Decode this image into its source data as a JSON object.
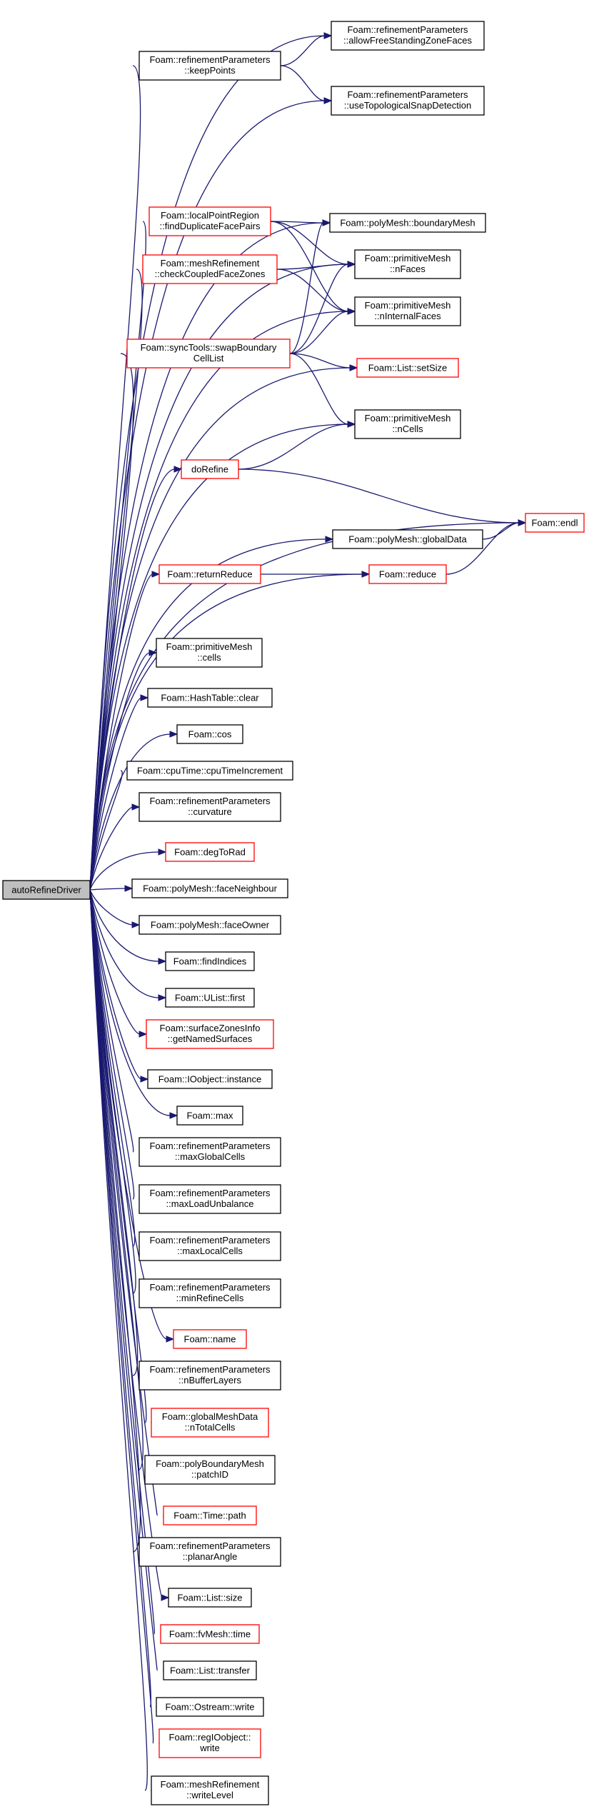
{
  "graph": {
    "root": "autoRefineDriver",
    "colors": {
      "edge": "#191970",
      "black_border": "#000000",
      "red_border": "#ff0000",
      "root_fill": "#bfbfbf"
    },
    "nodes": [
      {
        "id": "root",
        "lines": [
          "autoRefineDriver"
        ],
        "border": "black",
        "fill": "grey"
      },
      {
        "id": "allowFS",
        "lines": [
          "Foam::refinementParameters",
          "::allowFreeStandingZoneFaces"
        ],
        "border": "black"
      },
      {
        "id": "keepPoints",
        "lines": [
          "Foam::refinementParameters",
          "::keepPoints"
        ],
        "border": "black"
      },
      {
        "id": "useTopo",
        "lines": [
          "Foam::refinementParameters",
          "::useTopologicalSnapDetection"
        ],
        "border": "black"
      },
      {
        "id": "findDup",
        "lines": [
          "Foam::localPointRegion",
          "::findDuplicateFacePairs"
        ],
        "border": "red"
      },
      {
        "id": "boundaryMesh",
        "lines": [
          "Foam::polyMesh::boundaryMesh"
        ],
        "border": "black"
      },
      {
        "id": "checkCoupled",
        "lines": [
          "Foam::meshRefinement",
          "::checkCoupledFaceZones"
        ],
        "border": "red"
      },
      {
        "id": "nFaces",
        "lines": [
          "Foam::primitiveMesh",
          "::nFaces"
        ],
        "border": "black"
      },
      {
        "id": "nInternal",
        "lines": [
          "Foam::primitiveMesh",
          "::nInternalFaces"
        ],
        "border": "black"
      },
      {
        "id": "swap",
        "lines": [
          "Foam::syncTools::swapBoundary",
          "CellList"
        ],
        "border": "red"
      },
      {
        "id": "setSize",
        "lines": [
          "Foam::List::setSize"
        ],
        "border": "red"
      },
      {
        "id": "nCells",
        "lines": [
          "Foam::primitiveMesh",
          "::nCells"
        ],
        "border": "black"
      },
      {
        "id": "doRefine",
        "lines": [
          "doRefine"
        ],
        "border": "red"
      },
      {
        "id": "endl",
        "lines": [
          "Foam::endl"
        ],
        "border": "red"
      },
      {
        "id": "globalData",
        "lines": [
          "Foam::polyMesh::globalData"
        ],
        "border": "black"
      },
      {
        "id": "returnReduce",
        "lines": [
          "Foam::returnReduce"
        ],
        "border": "red"
      },
      {
        "id": "reduce",
        "lines": [
          "Foam::reduce"
        ],
        "border": "red"
      },
      {
        "id": "cells",
        "lines": [
          "Foam::primitiveMesh",
          "::cells"
        ],
        "border": "black"
      },
      {
        "id": "clear",
        "lines": [
          "Foam::HashTable::clear"
        ],
        "border": "black"
      },
      {
        "id": "cos",
        "lines": [
          "Foam::cos"
        ],
        "border": "black"
      },
      {
        "id": "cpuTime",
        "lines": [
          "Foam::cpuTime::cpuTimeIncrement"
        ],
        "border": "black"
      },
      {
        "id": "curvature",
        "lines": [
          "Foam::refinementParameters",
          "::curvature"
        ],
        "border": "black"
      },
      {
        "id": "degToRad",
        "lines": [
          "Foam::degToRad"
        ],
        "border": "red"
      },
      {
        "id": "faceNeighbour",
        "lines": [
          "Foam::polyMesh::faceNeighbour"
        ],
        "border": "black"
      },
      {
        "id": "faceOwner",
        "lines": [
          "Foam::polyMesh::faceOwner"
        ],
        "border": "black"
      },
      {
        "id": "findIndices",
        "lines": [
          "Foam::findIndices"
        ],
        "border": "black"
      },
      {
        "id": "first",
        "lines": [
          "Foam::UList::first"
        ],
        "border": "black"
      },
      {
        "id": "getNamed",
        "lines": [
          "Foam::surfaceZonesInfo",
          "::getNamedSurfaces"
        ],
        "border": "red"
      },
      {
        "id": "instance",
        "lines": [
          "Foam::IOobject::instance"
        ],
        "border": "black"
      },
      {
        "id": "max",
        "lines": [
          "Foam::max"
        ],
        "border": "black"
      },
      {
        "id": "maxGlobal",
        "lines": [
          "Foam::refinementParameters",
          "::maxGlobalCells"
        ],
        "border": "black"
      },
      {
        "id": "maxLoad",
        "lines": [
          "Foam::refinementParameters",
          "::maxLoadUnbalance"
        ],
        "border": "black"
      },
      {
        "id": "maxLocal",
        "lines": [
          "Foam::refinementParameters",
          "::maxLocalCells"
        ],
        "border": "black"
      },
      {
        "id": "minRefine",
        "lines": [
          "Foam::refinementParameters",
          "::minRefineCells"
        ],
        "border": "black"
      },
      {
        "id": "name",
        "lines": [
          "Foam::name"
        ],
        "border": "red"
      },
      {
        "id": "nBuffer",
        "lines": [
          "Foam::refinementParameters",
          "::nBufferLayers"
        ],
        "border": "black"
      },
      {
        "id": "nTotal",
        "lines": [
          "Foam::globalMeshData",
          "::nTotalCells"
        ],
        "border": "red"
      },
      {
        "id": "patchID",
        "lines": [
          "Foam::polyBoundaryMesh",
          "::patchID"
        ],
        "border": "black"
      },
      {
        "id": "path",
        "lines": [
          "Foam::Time::path"
        ],
        "border": "red"
      },
      {
        "id": "planar",
        "lines": [
          "Foam::refinementParameters",
          "::planarAngle"
        ],
        "border": "black"
      },
      {
        "id": "size",
        "lines": [
          "Foam::List::size"
        ],
        "border": "black"
      },
      {
        "id": "time",
        "lines": [
          "Foam::fvMesh::time"
        ],
        "border": "red"
      },
      {
        "id": "transfer",
        "lines": [
          "Foam::List::transfer"
        ],
        "border": "black"
      },
      {
        "id": "ostreamWrite",
        "lines": [
          "Foam::Ostream::write"
        ],
        "border": "black"
      },
      {
        "id": "regWrite",
        "lines": [
          "Foam::regIOobject::",
          "write"
        ],
        "border": "red"
      },
      {
        "id": "writeLevel",
        "lines": [
          "Foam::meshRefinement",
          "::writeLevel"
        ],
        "border": "black"
      }
    ],
    "edges": [
      [
        "root",
        "allowFS"
      ],
      [
        "root",
        "keepPoints"
      ],
      [
        "root",
        "useTopo"
      ],
      [
        "root",
        "findDup"
      ],
      [
        "root",
        "boundaryMesh"
      ],
      [
        "root",
        "checkCoupled"
      ],
      [
        "root",
        "nFaces"
      ],
      [
        "root",
        "nInternal"
      ],
      [
        "root",
        "swap"
      ],
      [
        "root",
        "setSize"
      ],
      [
        "root",
        "nCells"
      ],
      [
        "root",
        "doRefine"
      ],
      [
        "root",
        "endl"
      ],
      [
        "root",
        "globalData"
      ],
      [
        "root",
        "returnReduce"
      ],
      [
        "root",
        "reduce"
      ],
      [
        "root",
        "cells"
      ],
      [
        "root",
        "clear"
      ],
      [
        "root",
        "cos"
      ],
      [
        "root",
        "cpuTime"
      ],
      [
        "root",
        "curvature"
      ],
      [
        "root",
        "degToRad"
      ],
      [
        "root",
        "faceNeighbour"
      ],
      [
        "root",
        "faceOwner"
      ],
      [
        "root",
        "findIndices"
      ],
      [
        "root",
        "first"
      ],
      [
        "root",
        "getNamed"
      ],
      [
        "root",
        "instance"
      ],
      [
        "root",
        "max"
      ],
      [
        "root",
        "maxGlobal"
      ],
      [
        "root",
        "maxLoad"
      ],
      [
        "root",
        "maxLocal"
      ],
      [
        "root",
        "minRefine"
      ],
      [
        "root",
        "name"
      ],
      [
        "root",
        "nBuffer"
      ],
      [
        "root",
        "nTotal"
      ],
      [
        "root",
        "patchID"
      ],
      [
        "root",
        "path"
      ],
      [
        "root",
        "planar"
      ],
      [
        "root",
        "size"
      ],
      [
        "root",
        "time"
      ],
      [
        "root",
        "transfer"
      ],
      [
        "root",
        "ostreamWrite"
      ],
      [
        "root",
        "regWrite"
      ],
      [
        "root",
        "writeLevel"
      ],
      [
        "keepPoints",
        "allowFS"
      ],
      [
        "keepPoints",
        "useTopo"
      ],
      [
        "findDup",
        "boundaryMesh"
      ],
      [
        "findDup",
        "nFaces"
      ],
      [
        "findDup",
        "nInternal"
      ],
      [
        "checkCoupled",
        "nFaces"
      ],
      [
        "checkCoupled",
        "nInternal"
      ],
      [
        "swap",
        "boundaryMesh"
      ],
      [
        "swap",
        "nFaces"
      ],
      [
        "swap",
        "nInternal"
      ],
      [
        "swap",
        "setSize"
      ],
      [
        "swap",
        "nCells"
      ],
      [
        "doRefine",
        "nCells"
      ],
      [
        "doRefine",
        "endl"
      ],
      [
        "globalData",
        "endl"
      ],
      [
        "returnReduce",
        "reduce"
      ],
      [
        "reduce",
        "endl"
      ]
    ]
  }
}
